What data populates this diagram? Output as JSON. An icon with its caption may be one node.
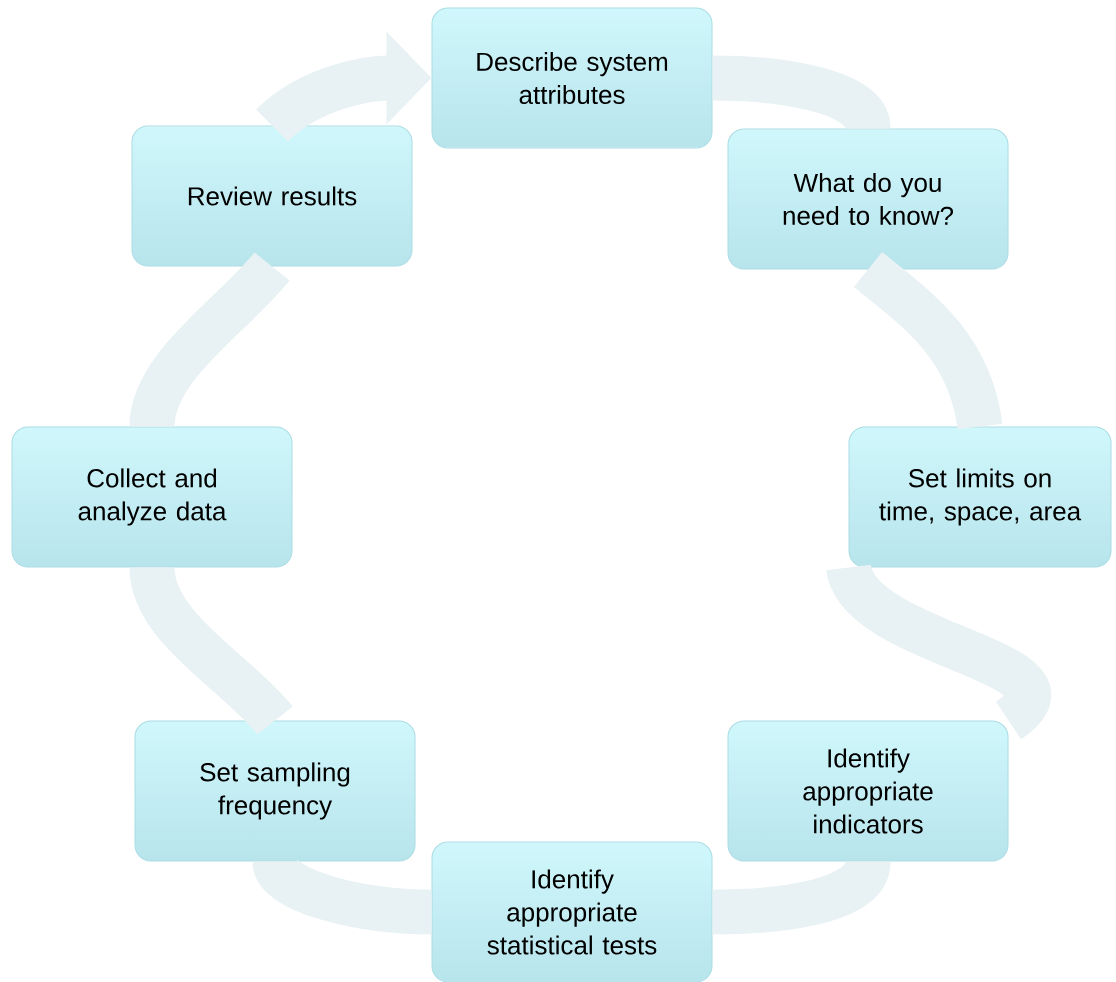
{
  "diagram": {
    "nodes": [
      {
        "text": [
          "Describe system attributes"
        ]
      },
      {
        "text": [
          "What do you need to know?"
        ]
      },
      {
        "text": [
          "Set limits on time, space, area"
        ]
      },
      {
        "text": [
          "Identify appropriate indicators"
        ]
      },
      {
        "text": [
          "Identify appropriate statistical tests"
        ]
      },
      {
        "text": [
          "Set sampling frequency"
        ]
      },
      {
        "text": [
          "Collect and analyze data"
        ]
      },
      {
        "text": [
          "Review results"
        ]
      }
    ],
    "edges": [
      {
        "from": 0,
        "to": 1,
        "arrow": "none"
      },
      {
        "from": 1,
        "to": 2,
        "arrow": "none"
      },
      {
        "from": 2,
        "to": 3,
        "arrow": "none"
      },
      {
        "from": 3,
        "to": 4,
        "arrow": "none"
      },
      {
        "from": 4,
        "to": 5,
        "arrow": "none"
      },
      {
        "from": 5,
        "to": 6,
        "arrow": "none"
      },
      {
        "from": 6,
        "to": 7,
        "arrow": "none"
      },
      {
        "from": 7,
        "to": 0,
        "arrow": "to"
      }
    ]
  }
}
